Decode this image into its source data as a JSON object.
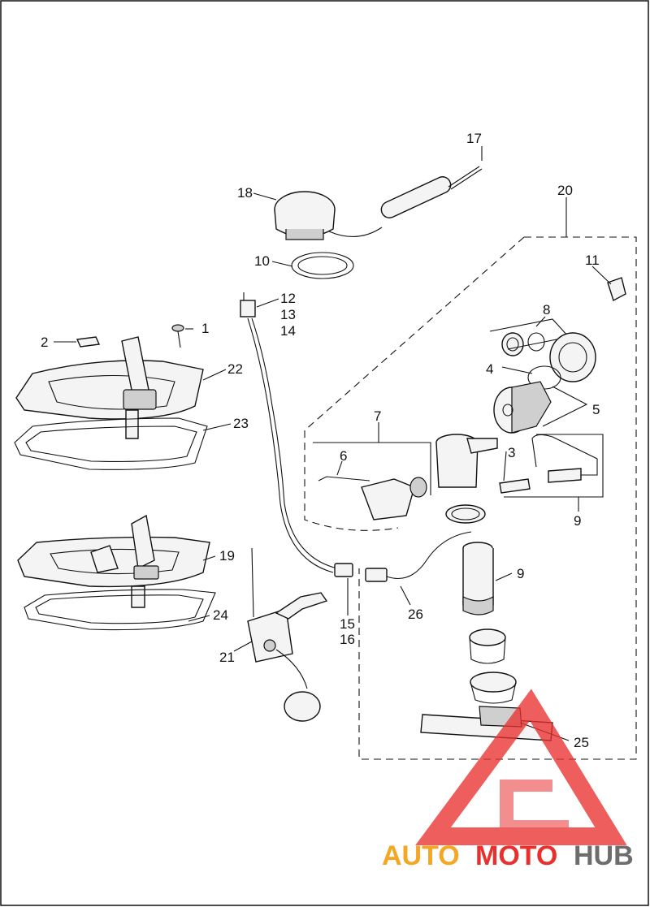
{
  "diagram": {
    "callouts": {
      "c1": "1",
      "c2": "2",
      "c3": "3",
      "c4": "4",
      "c5": "5",
      "c6": "6",
      "c7": "7",
      "c8": "8",
      "c9a": "9",
      "c9b": "9",
      "c10": "10",
      "c11": "11",
      "c12": "12",
      "c13": "13",
      "c14": "14",
      "c15": "15",
      "c16": "16",
      "c17": "17",
      "c18": "18",
      "c19": "19",
      "c20": "20",
      "c21": "21",
      "c22": "22",
      "c23": "23",
      "c24": "24",
      "c25": "25",
      "c26": "26"
    }
  },
  "watermark": {
    "auto": "AUTO",
    "moto": "MOTO",
    "hub": "HUB",
    "colors": {
      "red": "#e8312f",
      "orange": "#f5a623",
      "gray": "#6d6d6d"
    }
  }
}
